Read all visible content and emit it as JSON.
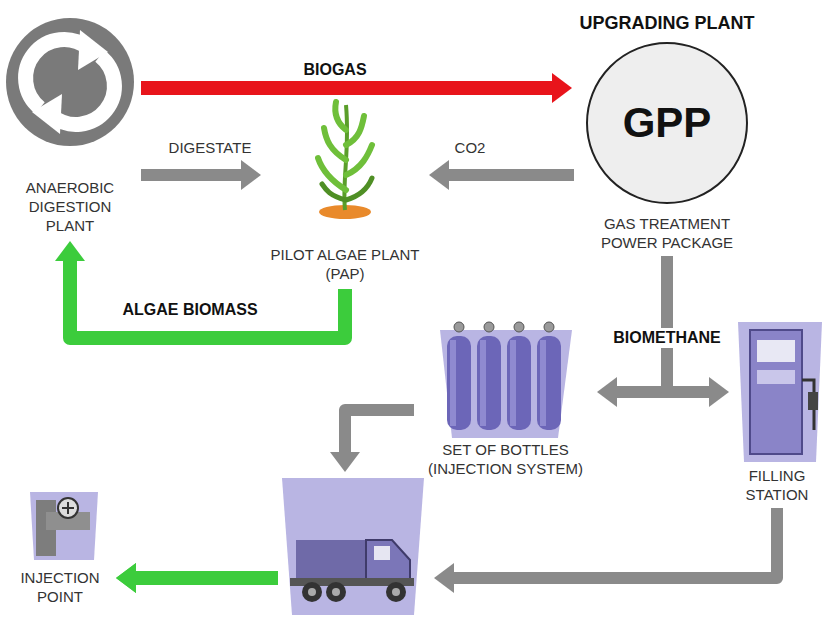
{
  "diagram": {
    "nodes": [
      {
        "text": [
          "ANAEROBIC DIGESTION PLANT"
        ]
      },
      {
        "text": [
          "PILOT ALGAE PLANT (PAP)"
        ]
      },
      {
        "text": [
          "UPGRADING PLANT",
          "GPP",
          "GAS TREATMENT POWER PACKAGE"
        ]
      },
      {
        "text": [
          "SET OF BOTTLES (INJECTION SYSTEM)"
        ]
      },
      {
        "text": [
          "FILLING STATION"
        ]
      },
      {
        "text": [
          "INJECTION POINT"
        ]
      }
    ],
    "edges": [
      {
        "from": 0,
        "to": 2,
        "arrow": "to",
        "label": "BIOGAS"
      },
      {
        "from": 0,
        "to": 1,
        "arrow": "to",
        "label": "DIGESTATE"
      },
      {
        "from": 2,
        "to": 1,
        "arrow": "to",
        "label": "CO2"
      },
      {
        "from": 1,
        "to": 0,
        "arrow": "to",
        "label": "ALGAE BIOMASS"
      },
      {
        "from": 2,
        "to": 3,
        "arrow": "to",
        "label": "BIOMETHANE"
      },
      {
        "from": 2,
        "to": 4,
        "arrow": "to"
      },
      {
        "from": 3,
        "to": 5,
        "arrow": "to"
      },
      {
        "from": 4,
        "to": 5,
        "arrow": "to"
      }
    ]
  }
}
